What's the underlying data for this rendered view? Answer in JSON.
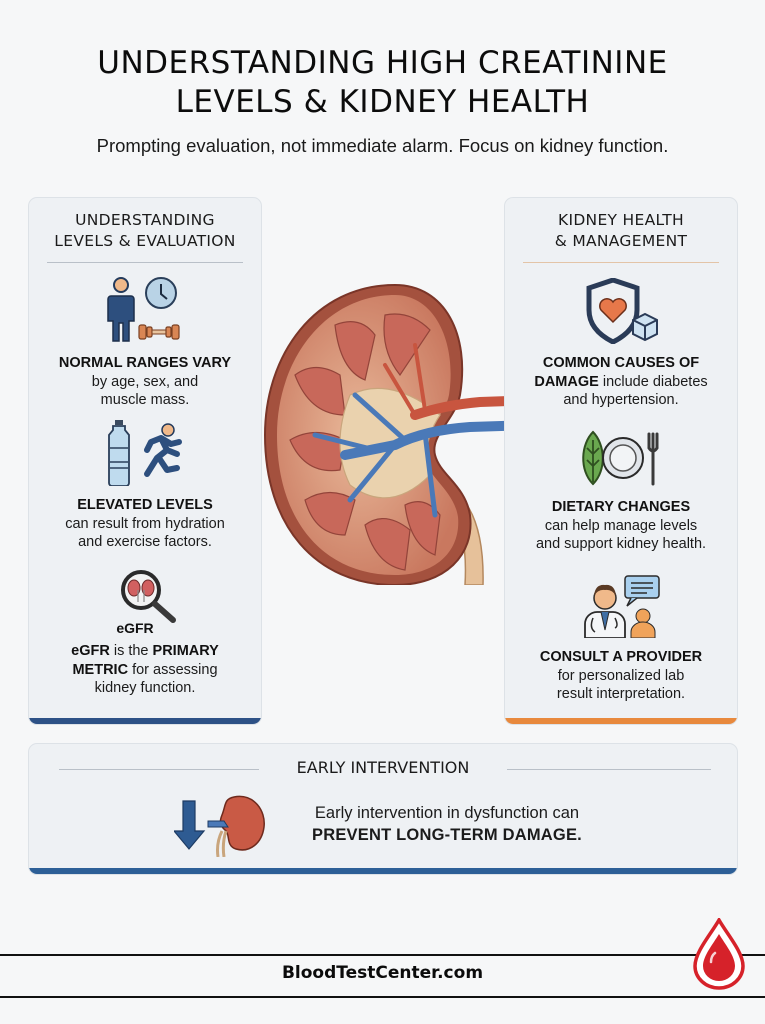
{
  "header": {
    "title_line1": "UNDERSTANDING HIGH CREATININE",
    "title_line2": "LEVELS & KIDNEY HEALTH",
    "subtitle": "Prompting evaluation, not immediate alarm. Focus on kidney function."
  },
  "left_panel": {
    "heading_line1": "UNDERSTANDING",
    "heading_line2": "LEVELS & EVALUATION",
    "accent_color": "#2d5186",
    "items": [
      {
        "icon": "person-clock-dumbbell-icon",
        "bold": "NORMAL RANGES VARY",
        "text_line1": "by age, sex, and",
        "text_line2": "muscle mass."
      },
      {
        "icon": "water-bottle-runner-icon",
        "bold": "ELEVATED LEVELS",
        "text_line1": "can result from hydration",
        "text_line2": "and exercise factors."
      },
      {
        "icon": "magnifier-kidneys-icon",
        "icon_label": "eGFR",
        "bold_a": "eGFR",
        "text_a": " is the ",
        "bold_b": "PRIMARY",
        "bold_c": "METRIC",
        "text_b": " for assessing",
        "text_line3": "kidney function."
      }
    ]
  },
  "right_panel": {
    "heading_line1": "KIDNEY HEALTH",
    "heading_line2": "& MANAGEMENT",
    "accent_color": "#e8893d",
    "items": [
      {
        "icon": "shield-heart-sugar-cube-icon",
        "bold_line1": "COMMON CAUSES OF",
        "bold_line2": "DAMAGE",
        "text_a": " include diabetes",
        "text_line3": "and hypertension."
      },
      {
        "icon": "leaf-plate-fork-icon",
        "bold": "DIETARY CHANGES",
        "text_line1": "can help manage levels",
        "text_line2": "and support kidney health."
      },
      {
        "icon": "doctor-patient-chat-icon",
        "bold": "CONSULT A PROVIDER",
        "text_line1": "for personalized lab",
        "text_line2": "result interpretation."
      }
    ]
  },
  "center": {
    "illustration": "kidney-cross-section-illustration"
  },
  "bottom_panel": {
    "heading": "EARLY INTERVENTION",
    "icon": "down-arrow-kidney-icon",
    "text_line1": "Early intervention in dysfunction can",
    "text_line2": "PREVENT LONG-TERM DAMAGE.",
    "accent_color": "#2d5f97"
  },
  "footer": {
    "site": "BloodTestCenter.com",
    "logo": "blood-drop-icon",
    "logo_color": "#d6222a"
  }
}
